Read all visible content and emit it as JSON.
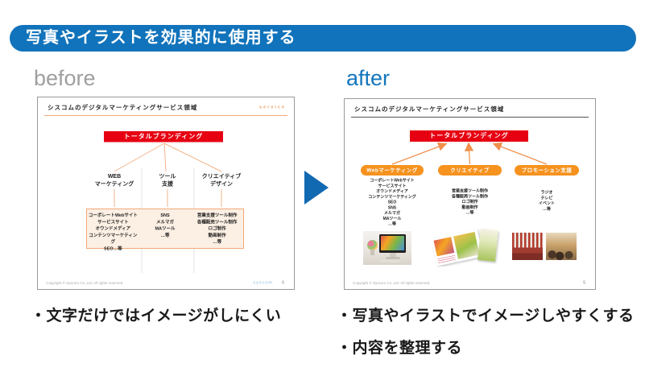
{
  "banner": {
    "label": "写真やイラストを効果的に使用する",
    "bg_color": "#1173BB"
  },
  "comparison": {
    "before_label": "before",
    "after_label": "after",
    "arrow_icon": "right-triangle-arrow",
    "arrow_color": "#1169B2"
  },
  "before_slide": {
    "title": "シスコムのデジタルマーケティングサービス領域",
    "corner_tag": "service",
    "banner_label": "トータルブランディング",
    "banner_color": "#E60012",
    "columns": [
      {
        "heading_lines": [
          "WEB",
          "マーケティング"
        ],
        "items": [
          "コーポレートWebサイト",
          "サービスサイト",
          "オウンドメディア",
          "コンテンツマーケティング",
          "SEO…等"
        ]
      },
      {
        "heading_lines": [
          "ツール",
          "支援"
        ],
        "items": [
          "SNS",
          "メルマガ",
          "MAツール",
          "…等"
        ]
      },
      {
        "heading_lines": [
          "クリエイティブ",
          "デザイン"
        ],
        "items": [
          "営業支援ツール制作",
          "各種販売ツール制作",
          "ロゴ制作",
          "動画制作",
          "…等"
        ]
      }
    ],
    "footer": {
      "copyright": "Copyright © Syscom Co.,Ltd. All rights reserved.",
      "logo": "syscom",
      "page_number": "6"
    }
  },
  "after_slide": {
    "title": "シスコムのデジタルマーケティングサービス領域",
    "banner_label": "トータルブランディング",
    "banner_color": "#E60012",
    "pill_color": "#F6921E",
    "columns": [
      {
        "pill": "Webマーケティング",
        "items": [
          "コーポレートWebサイト",
          "サービスサイト",
          "オウンドメディア",
          "コンテンツマーケティング",
          "SEO",
          "SNS",
          "メルマガ",
          "MAツール",
          "…等"
        ]
      },
      {
        "pill": "クリエイティブ",
        "items": [
          "営業支援ツール制作",
          "各種販売ツール制作",
          "ロゴ制作",
          "動画制作",
          "…等"
        ]
      },
      {
        "pill": "プロモーション支援",
        "items": [
          "ラジオ",
          "テレビ",
          "イベント",
          "…等"
        ]
      }
    ],
    "photos": [
      "imac-desk-photo",
      "brochure-spread-photo",
      "event-booth-photo",
      "event-crowd-photo"
    ],
    "footer": {
      "copyright": "Copyright © Syscom Co.,Ltd. All rights reserved.",
      "page_number": "5"
    }
  },
  "notes": {
    "before": [
      "・文字だけではイメージがしにくい"
    ],
    "after": [
      "・写真やイラストでイメージしやすくする",
      "・内容を整理する"
    ]
  }
}
